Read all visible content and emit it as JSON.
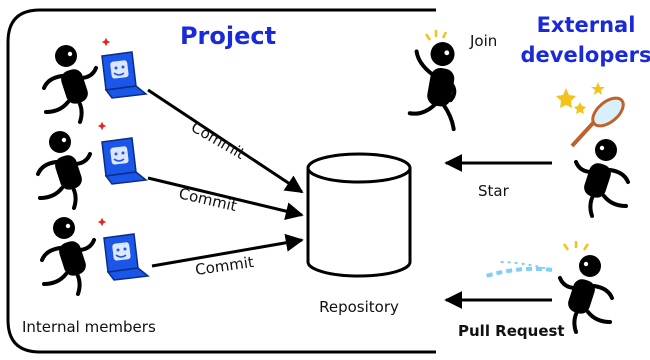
{
  "title": "Project",
  "external_title_line1": "External",
  "external_title_line2": "developers",
  "internal_label": "Internal members",
  "repository_label": "Repository",
  "commit_labels": [
    "Commit",
    "Commit",
    "Commit"
  ],
  "join_label": "Join",
  "star_label": "Star",
  "pull_request_label": "Pull Request",
  "colors": {
    "accent_blue": "#1a2ad9",
    "laptop_blue": "#1a57e8",
    "outline": "#000000",
    "net": "#c0602a",
    "spray": "#7fd0f2",
    "stars": "#f3c21b"
  },
  "icons": [
    "person-icon",
    "laptop-icon",
    "database-icon",
    "net-icon",
    "star-icon",
    "spray-icon"
  ]
}
